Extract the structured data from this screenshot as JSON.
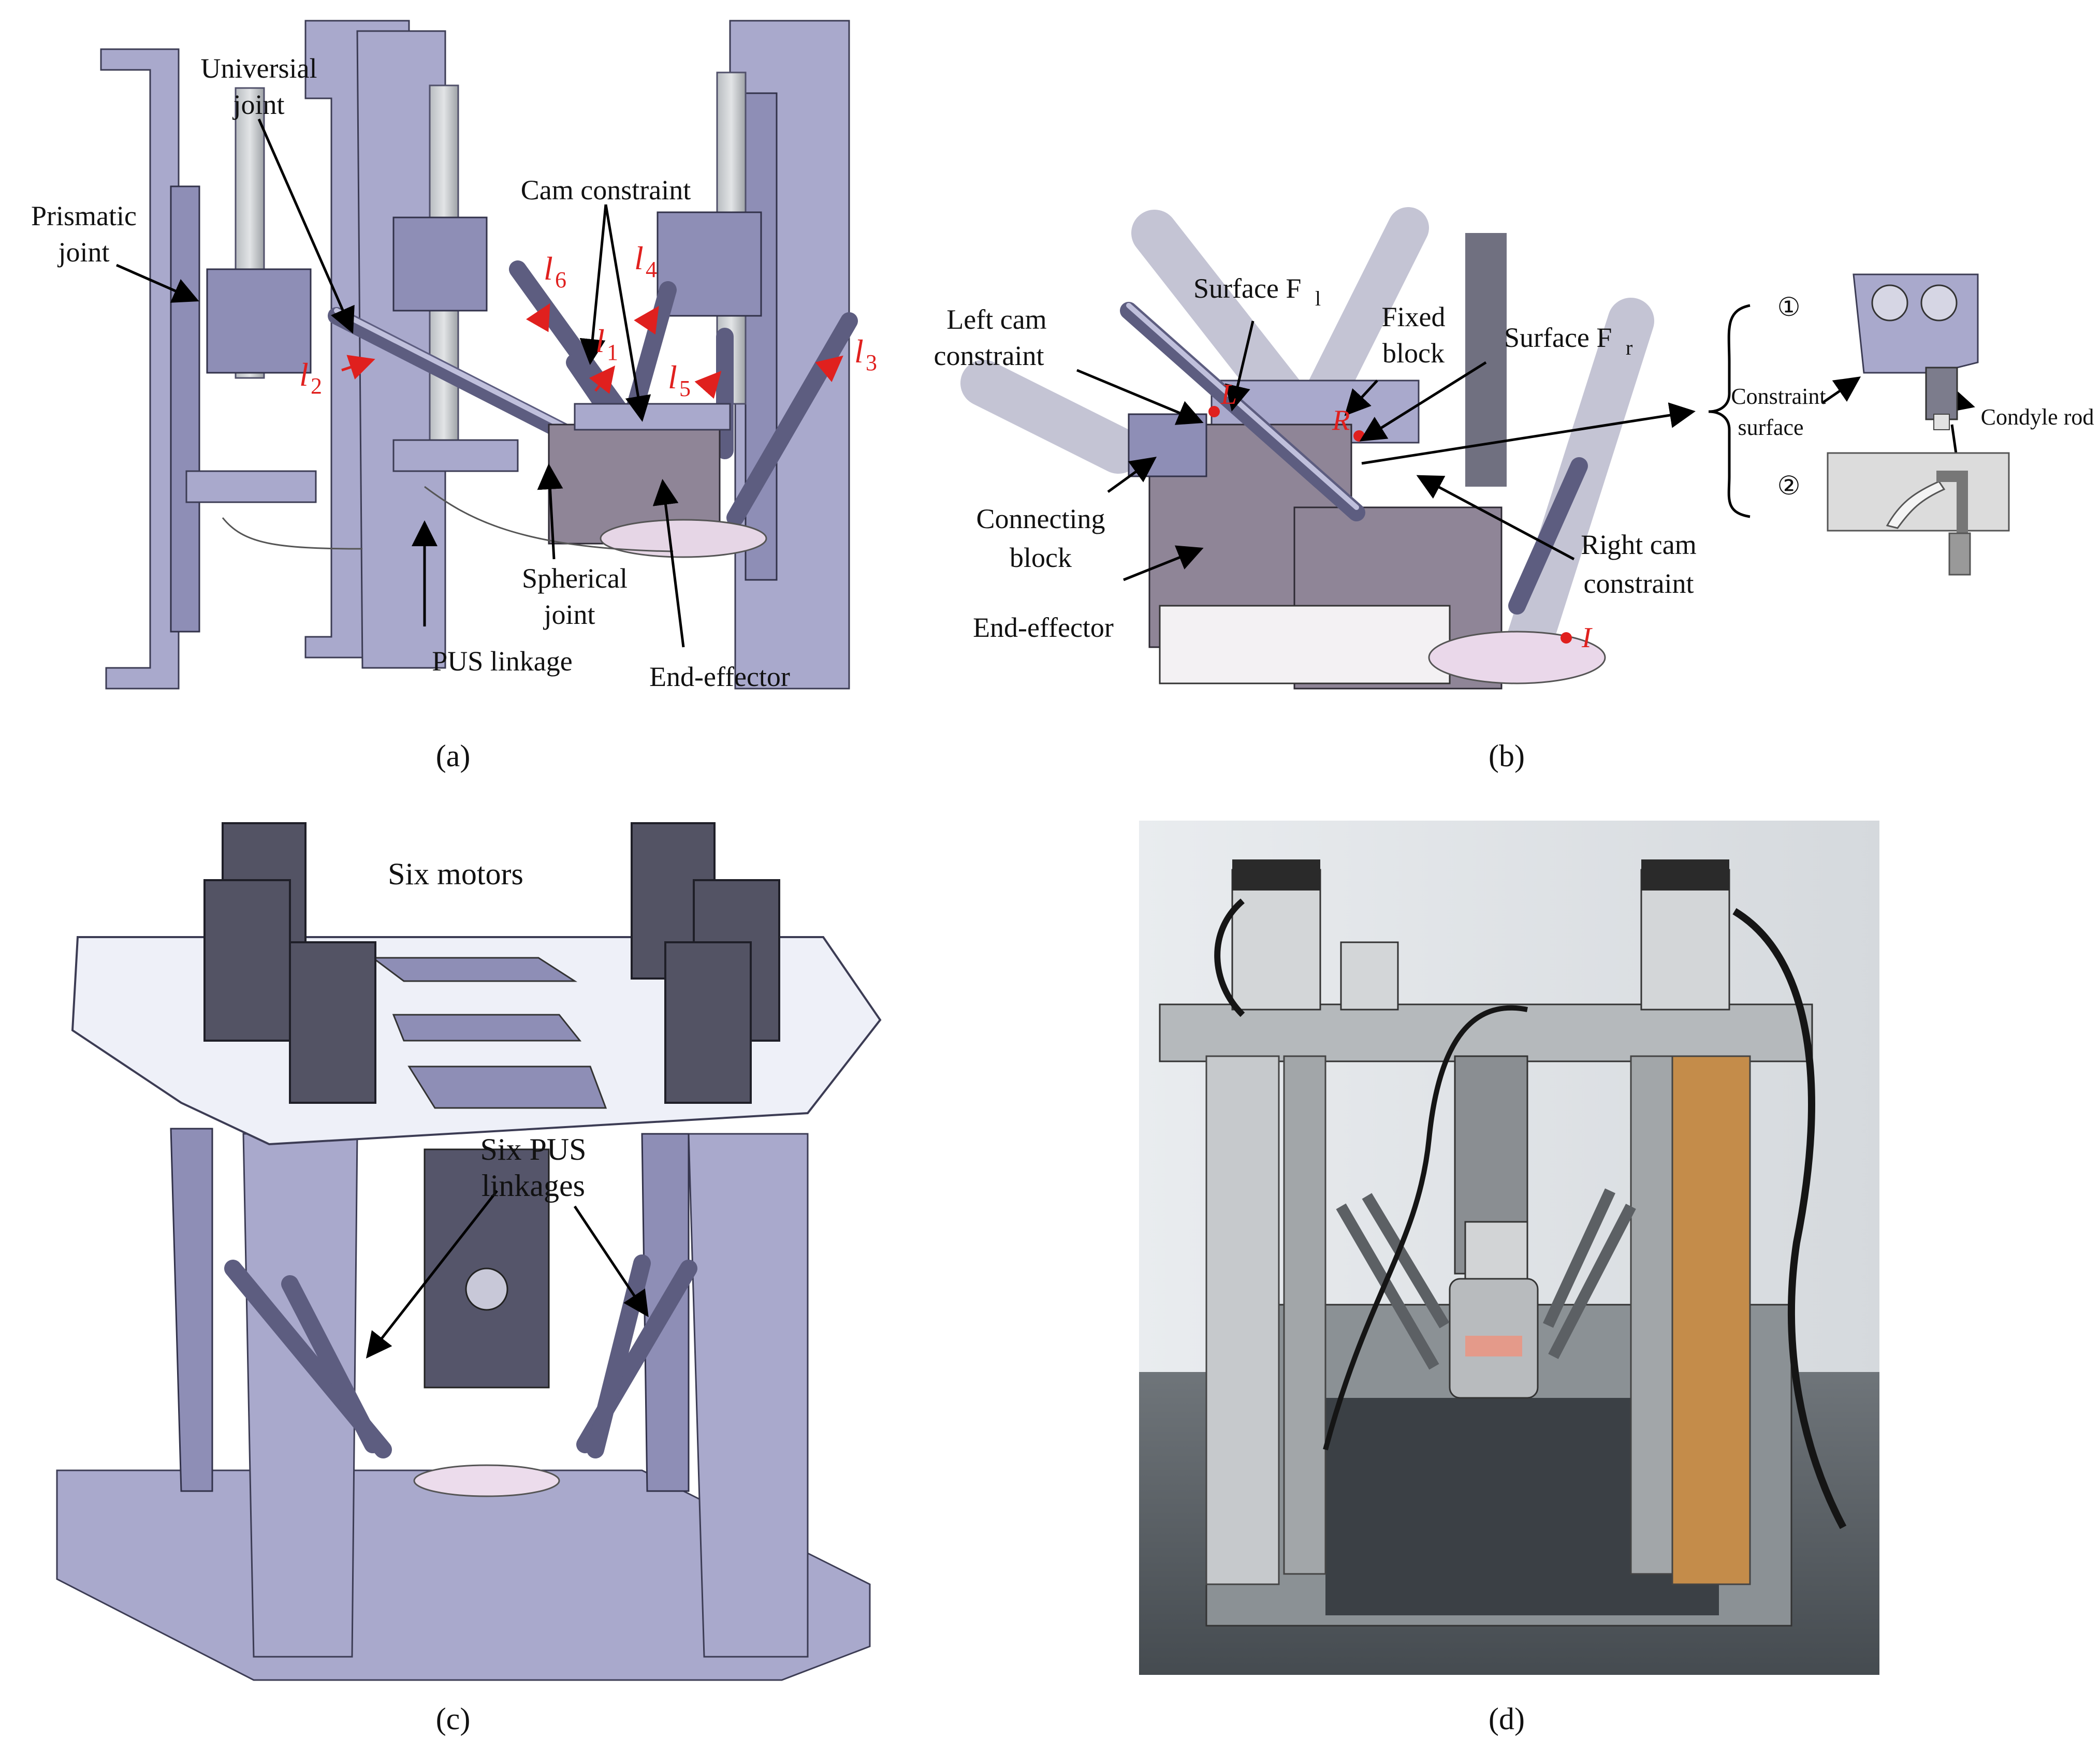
{
  "panels": {
    "a": {
      "caption": "(a)",
      "labels": {
        "universal_joint_1": "Universial",
        "universal_joint_2": "joint",
        "prismatic_joint_1": "Prismatic",
        "prismatic_joint_2": "joint",
        "cam_constraint": "Cam constraint",
        "spherical_joint_1": "Spherical",
        "spherical_joint_2": "joint",
        "pus_linkage": "PUS linkage",
        "end_effector": "End-effector"
      },
      "leg_labels": [
        {
          "letter": "l",
          "sub": "6"
        },
        {
          "letter": "l",
          "sub": "4"
        },
        {
          "letter": "l",
          "sub": "1"
        },
        {
          "letter": "l",
          "sub": "2"
        },
        {
          "letter": "l",
          "sub": "5"
        },
        {
          "letter": "l",
          "sub": "3"
        }
      ]
    },
    "b": {
      "caption": "(b)",
      "labels": {
        "left_cam_1": "Left cam",
        "left_cam_2": "constraint",
        "surface_fl": "Surface F",
        "surface_fl_sub": "l",
        "fixed_block_1": "Fixed",
        "fixed_block_2": "block",
        "surface_fr": "Surface F",
        "surface_fr_sub": "r",
        "connecting_block_1": "Connecting",
        "connecting_block_2": "block",
        "end_effector": "End-effector",
        "right_cam_1": "Right cam",
        "right_cam_2": "constraint",
        "point_l": "L",
        "point_r": "R",
        "point_i": "I",
        "constraint_surface_1": "Constraint",
        "constraint_surface_2": "surface",
        "condyle_rod": "Condyle rod",
        "marker_1": "①",
        "marker_2": "②"
      }
    },
    "c": {
      "caption": "(c)",
      "labels": {
        "six_motors": "Six motors",
        "six_pus_1": "Six PUS",
        "six_pus_2": "linkages"
      }
    },
    "d": {
      "caption": "(d)"
    }
  },
  "colors": {
    "label_text": "#111111",
    "annotation_red": "#e0201e",
    "cad_metal": "#a9a9cc",
    "effector_block": "#8f8597"
  }
}
